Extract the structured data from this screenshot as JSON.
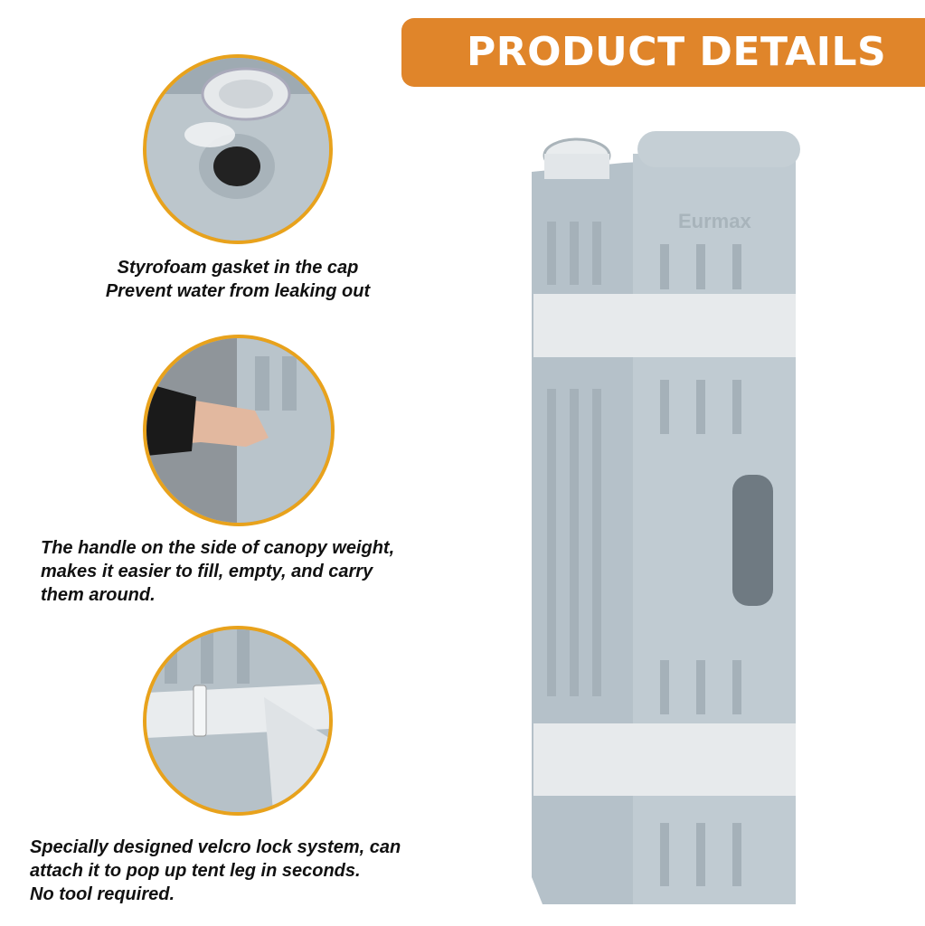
{
  "banner": {
    "title": "PRODUCT DETAILS",
    "color": "#E0852A"
  },
  "features": [
    {
      "lines": [
        "Styrofoam gasket in the cap",
        "Prevent water from leaking out"
      ],
      "icon": "cap-gasket-photo"
    },
    {
      "lines": [
        "The handle on the side of canopy weight,",
        "makes it easier to fill, empty, and carry",
        "them around."
      ],
      "icon": "handle-photo"
    },
    {
      "lines": [
        "Specially designed velcro lock system, can",
        "attach it to pop up tent leg in seconds.",
        "No tool required."
      ],
      "icon": "velcro-strap-photo"
    }
  ],
  "product": {
    "logo": "Eurmax"
  },
  "colors": {
    "accent_border": "#E8A21C",
    "plastic": "#B7C3CB"
  }
}
